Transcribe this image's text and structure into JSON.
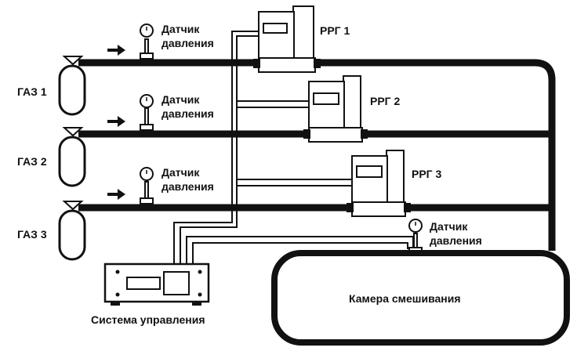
{
  "gases": [
    {
      "label": "ГАЗ 1"
    },
    {
      "label": "ГАЗ 2"
    },
    {
      "label": "ГАЗ 3"
    }
  ],
  "mfcs": [
    {
      "label": "РРГ 1"
    },
    {
      "label": "РРГ 2"
    },
    {
      "label": "РРГ 3"
    }
  ],
  "sensors": [
    {
      "label": "Датчик давления"
    },
    {
      "label": "Датчик давления"
    },
    {
      "label": "Датчик давления"
    },
    {
      "label": "Датчик давления"
    }
  ],
  "control_system": {
    "label": "Система управления"
  },
  "mixing_chamber": {
    "label": "Камера смешивания"
  }
}
